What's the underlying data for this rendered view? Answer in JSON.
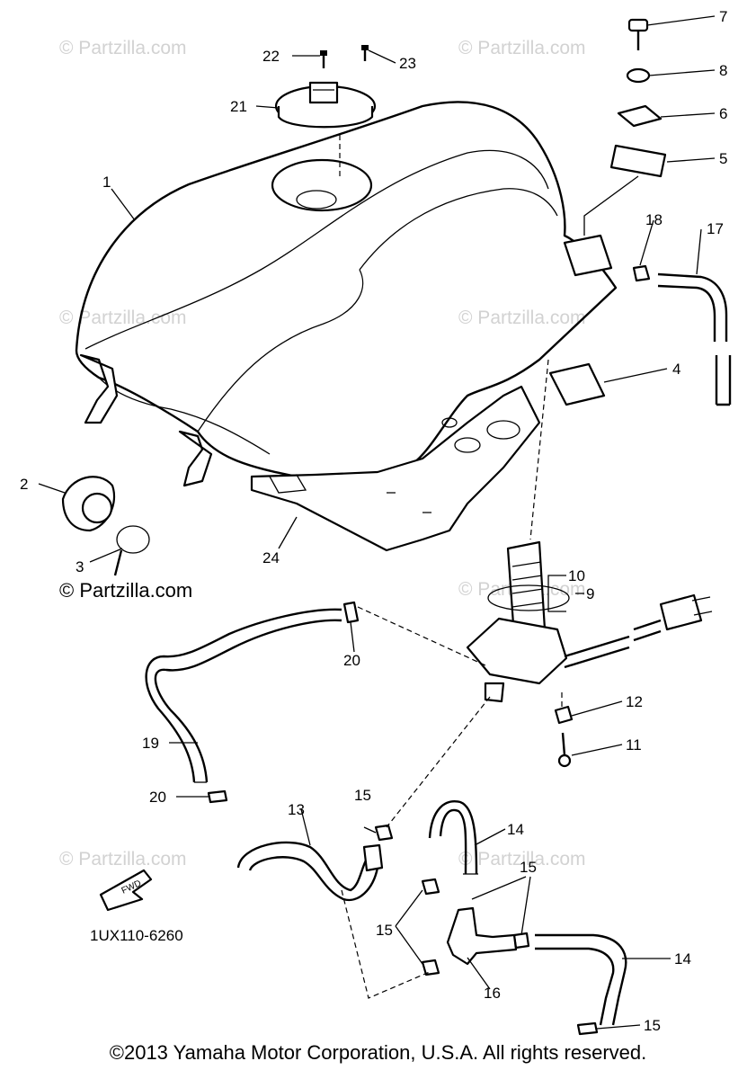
{
  "watermark": {
    "text": "© Partzilla.com",
    "color": "#d2d2d2"
  },
  "diagram_code": "1UX110-6260",
  "fwd_arrow_label": "FWD",
  "copyright": "©2013  Yamaha Motor Corporation, U.S.A. All rights reserved.",
  "callouts": [
    {
      "id": "c1",
      "text": "1"
    },
    {
      "id": "c2",
      "text": "2"
    },
    {
      "id": "c3",
      "text": "3"
    },
    {
      "id": "c4",
      "text": "4"
    },
    {
      "id": "c5",
      "text": "5"
    },
    {
      "id": "c6",
      "text": "6"
    },
    {
      "id": "c7",
      "text": "7"
    },
    {
      "id": "c8",
      "text": "8"
    },
    {
      "id": "c9",
      "text": "9"
    },
    {
      "id": "c10",
      "text": "10"
    },
    {
      "id": "c11",
      "text": "11"
    },
    {
      "id": "c12",
      "text": "12"
    },
    {
      "id": "c13",
      "text": "13"
    },
    {
      "id": "c14a",
      "text": "14"
    },
    {
      "id": "c14b",
      "text": "14"
    },
    {
      "id": "c15a",
      "text": "15"
    },
    {
      "id": "c15b",
      "text": "15"
    },
    {
      "id": "c15c",
      "text": "15"
    },
    {
      "id": "c15d",
      "text": "15"
    },
    {
      "id": "c16",
      "text": "16"
    },
    {
      "id": "c17",
      "text": "17"
    },
    {
      "id": "c18",
      "text": "18"
    },
    {
      "id": "c19",
      "text": "19"
    },
    {
      "id": "c20a",
      "text": "20"
    },
    {
      "id": "c20b",
      "text": "20"
    },
    {
      "id": "c21",
      "text": "21"
    },
    {
      "id": "c22",
      "text": "22"
    },
    {
      "id": "c23",
      "text": "23"
    },
    {
      "id": "c24",
      "text": "24"
    }
  ]
}
